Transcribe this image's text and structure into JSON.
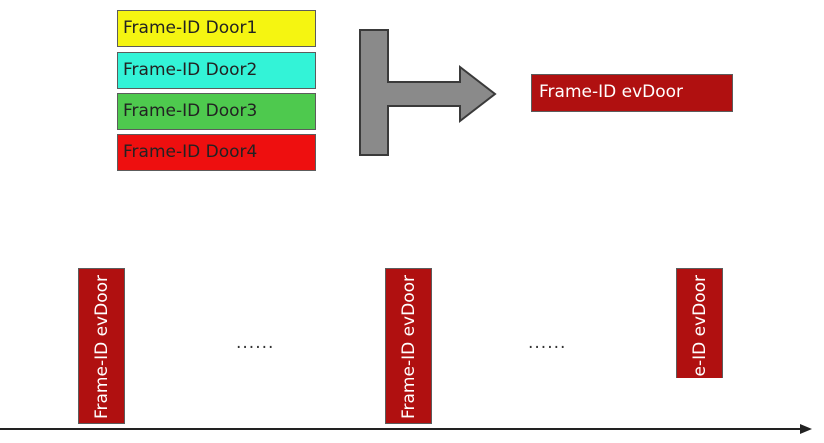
{
  "sources": [
    {
      "label": "Frame-ID Door1",
      "color": "#f5f511",
      "text_color": "#222222"
    },
    {
      "label": "Frame-ID Door2",
      "color": "#33f3d7",
      "text_color": "#222222"
    },
    {
      "label": "Frame-ID Door3",
      "color": "#4ec94e",
      "text_color": "#222222"
    },
    {
      "label": "Frame-ID Door4",
      "color": "#ee0f0f",
      "text_color": "#222222"
    }
  ],
  "target": {
    "label": "Frame-ID evDoor",
    "color": "#b01010",
    "text_color": "#ffffff"
  },
  "timeline": {
    "frames": [
      {
        "label": "Frame-ID evDoor"
      },
      {
        "label": "Frame-ID evDoor"
      },
      {
        "label": "Frame-ID evDoor"
      }
    ],
    "ellipsis": [
      "......",
      "......"
    ]
  },
  "colors": {
    "arrow_fill": "#8a8a8a",
    "arrow_stroke": "#3a3a3a",
    "axis": "#222222"
  }
}
